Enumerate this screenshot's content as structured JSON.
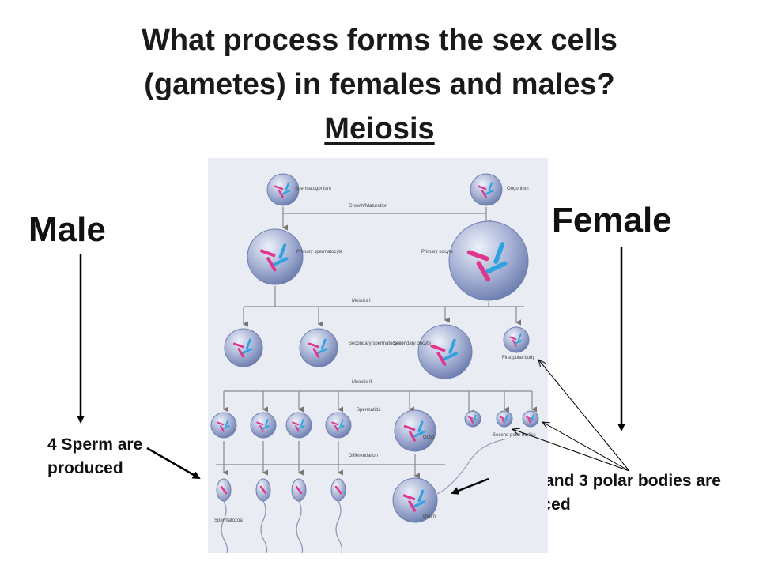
{
  "title": {
    "line1": "What process forms the sex cells",
    "line2": "(gametes) in females and males?",
    "answer": "Meiosis"
  },
  "male_label": "Male",
  "female_label": "Female",
  "sperm_note": "4 Sperm are produced",
  "egg_note": "1 Egg and 3 polar bodies are produced",
  "diagram_labels": {
    "spermatogonium": "Spermatogonium",
    "oogonium": "Oogonium",
    "growth": "Growth/Maturation",
    "primary_spermatocyte": "Primary spermatocyte",
    "primary_oocyte": "Primary oocyte",
    "meiosis1": "Meiosis I",
    "secondary_spermatocytes": "Secondary spermatocytes",
    "secondary_oocyte": "Secondary oocyte",
    "first_polar_body": "First polar body",
    "meiosis2": "Meiosis II",
    "spermatids": "Spermatids",
    "ootid": "Ootid",
    "second_polar_bodies": "Second polar bodies",
    "differentiation": "Differentiation",
    "ovum": "Ovum",
    "spermatozoa": "Spermatozoa"
  },
  "colors": {
    "cell_fill": "#a9b4d6",
    "cell_edge": "#6f7fb0",
    "chromosome_pink": "#e0368c",
    "chromosome_blue": "#2fa3e0",
    "panel_bg": "#e9ecf3"
  }
}
